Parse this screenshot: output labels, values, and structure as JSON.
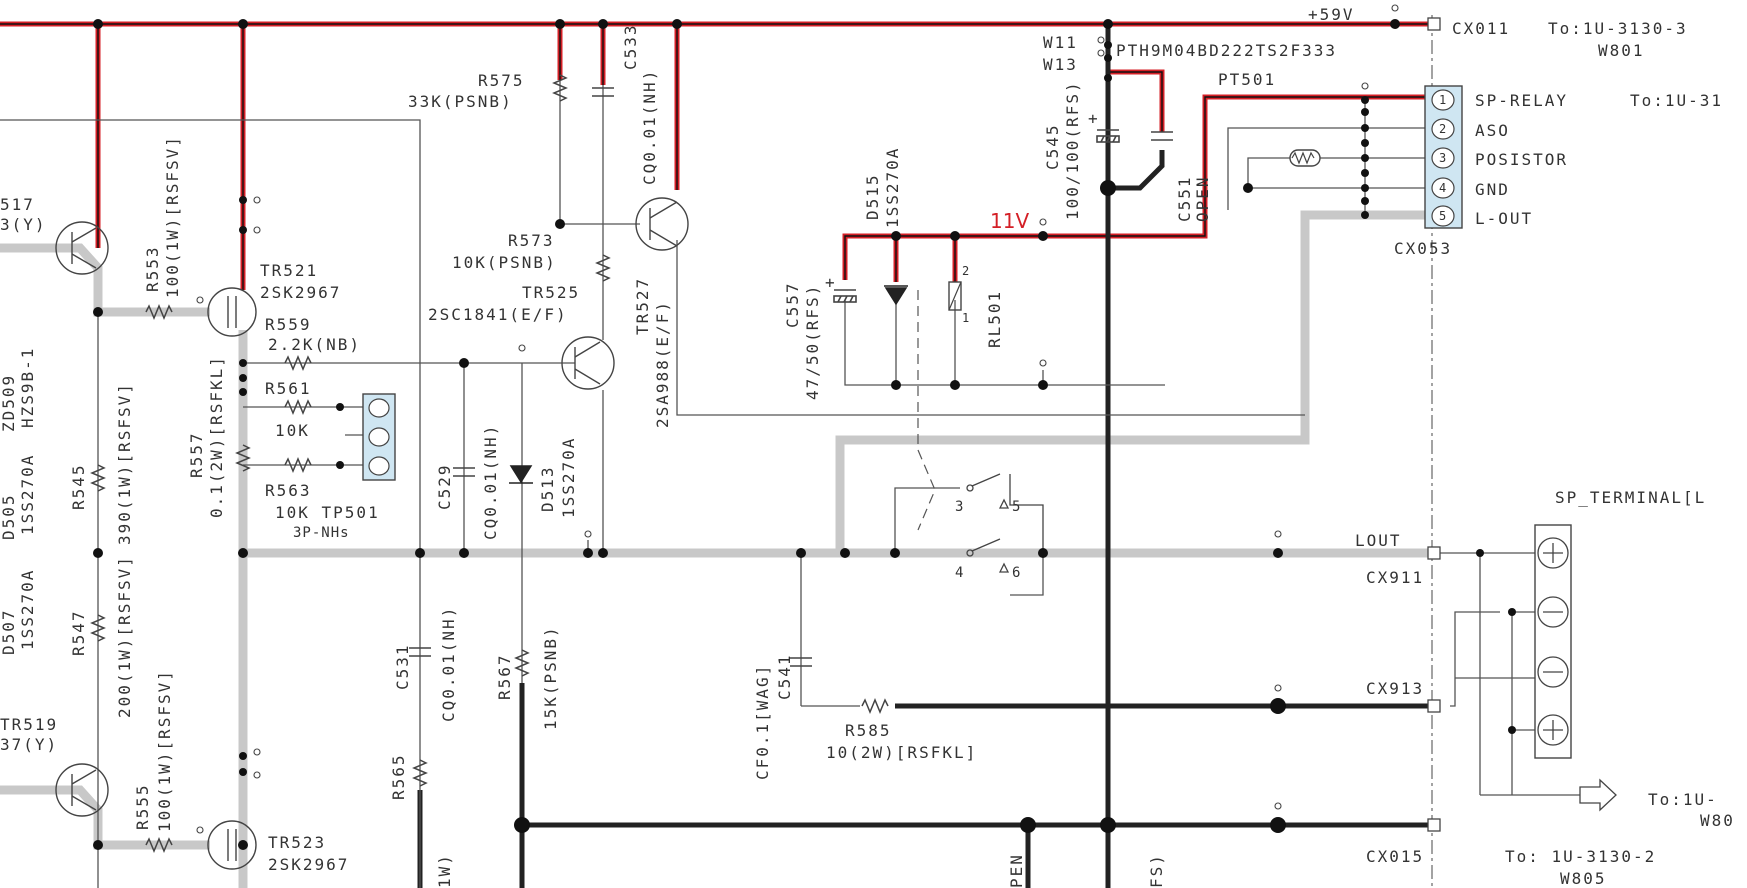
{
  "colors": {
    "power": "#d41f26",
    "ground": "#222222",
    "signal": "#c8c8c8",
    "connector": "#cfe6f2",
    "wire": "#444444"
  },
  "labels": {
    "p59v": "+59V",
    "cx011": "CX011",
    "cx011_to": "To:1U-3130-3",
    "w801": "W801",
    "w11": "W11",
    "w13": "W13",
    "pth": "PTH9M04BD222TS2F333",
    "pt501": "PT501",
    "cx053": "CX053",
    "sp_relay": "SP-RELAY",
    "aso": "ASO",
    "positor": "POSISTOR",
    "gnd": "GND",
    "lout_pin": "L-OUT",
    "sp_relay_to": "To:1U-31",
    "p1": "1",
    "p2": "2",
    "p3": "3",
    "p4": "4",
    "p5": "5",
    "v11": "11V",
    "r575": "R575",
    "r575v": "33K(PSNB)",
    "c533": "C533",
    "c533v": "CQ0.01(NH)",
    "c545": "C545",
    "c545v": "100/100(RFS)",
    "c551": "C551",
    "c551v": "OPEN",
    "d515": "D515",
    "d515v": "1SS270A",
    "c557": "C557",
    "c557v": "47/50(RFS)",
    "rl501": "RL501",
    "rl_2": "2",
    "rl_1": "1",
    "r573": "R573",
    "r573v": "10K(PSNB)",
    "tr525": "TR525",
    "tr525v": "2SC1841(E/F)",
    "tr527": "TR527",
    "tr527v": "2SA988(E/F)",
    "tr521": "TR521",
    "tr521v": "2SK2967",
    "r553": "R553",
    "r553v": "100(1W)[RSFSV]",
    "tr517a": "517",
    "tr517b": "3(Y)",
    "r559": "R559",
    "r559v": "2.2K(NB)",
    "r561": "R561",
    "r561v": "10K",
    "r563": "R563",
    "r563v": "10K TP501",
    "tp_type": "3P-NHs",
    "r557": "R557",
    "r557v": "0.1(2W)[RSFKL]",
    "zd509": "ZD509",
    "zd509v": "HZS9B-1",
    "d505": "D505",
    "d505v": "1SS270A",
    "r545": "R545",
    "r545v": "390(1W)[RSFSV]",
    "c529": "C529",
    "c529v": "CQ0.01(NH)",
    "d513": "D513",
    "d513v": "1SS270A",
    "lout": "LOUT",
    "cx911": "CX911",
    "sp_terminal": "SP_TERMINAL[L",
    "s3": "3",
    "s4": "4",
    "s5": "5",
    "s6": "6",
    "d507": "D507",
    "d507v": "1SS270A",
    "r547": "R547",
    "r547v": "200(1W)[RSFSV]",
    "c531": "C531",
    "c531v": "CQ0.01(NH)",
    "r567": "R567",
    "r567v": "15K(PSNB)",
    "c541": "C541",
    "c541v": "CF0.1[WAG]",
    "r585": "R585",
    "r585v": "10(2W)[RSFKL]",
    "cx913": "CX913",
    "to_1u": "To:1U-",
    "w80": "W80",
    "tr519a": "TR519",
    "tr519b": "37(Y)",
    "r555": "R555",
    "r555v": "100(1W)[RSFSV]",
    "tr523": "TR523",
    "tr523v": "2SK2967",
    "r565": "R565",
    "cx015": "CX015",
    "cx015_to": "To: 1U-3130-2",
    "w805": "W805",
    "frag_w": "1W)",
    "frag_pen": "PEN",
    "frag_fs": "FS)"
  }
}
